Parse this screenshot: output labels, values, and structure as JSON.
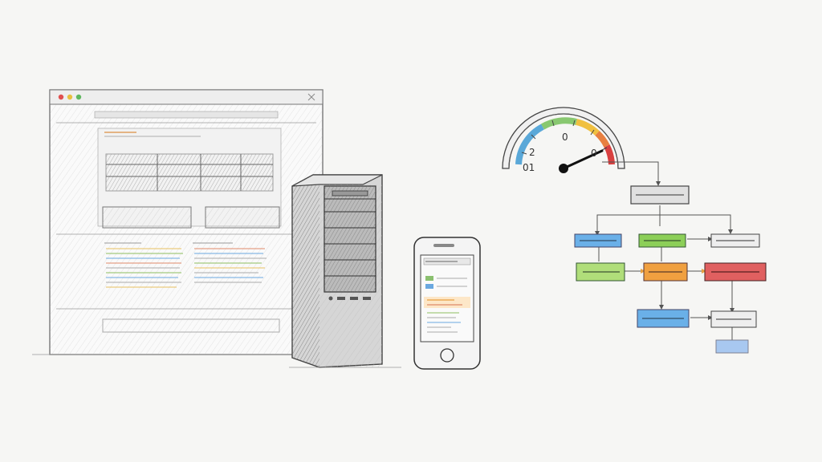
{
  "gauge": {
    "labels": [
      "01",
      "2",
      "0",
      "0"
    ],
    "colors": [
      "#5aa8d8",
      "#88c870",
      "#f0c040",
      "#e88040",
      "#d84040"
    ]
  },
  "flow": {
    "colors": {
      "blue": "#6ab0e8",
      "green": "#8ccf58",
      "orange": "#f0a040",
      "red": "#e06060",
      "gray": "#d8d8d8",
      "light_blue": "#a8c8f0"
    }
  },
  "icons": [
    "browser-window-icon",
    "server-tower-icon",
    "smartphone-icon",
    "gauge-icon",
    "flowchart-icon"
  ]
}
